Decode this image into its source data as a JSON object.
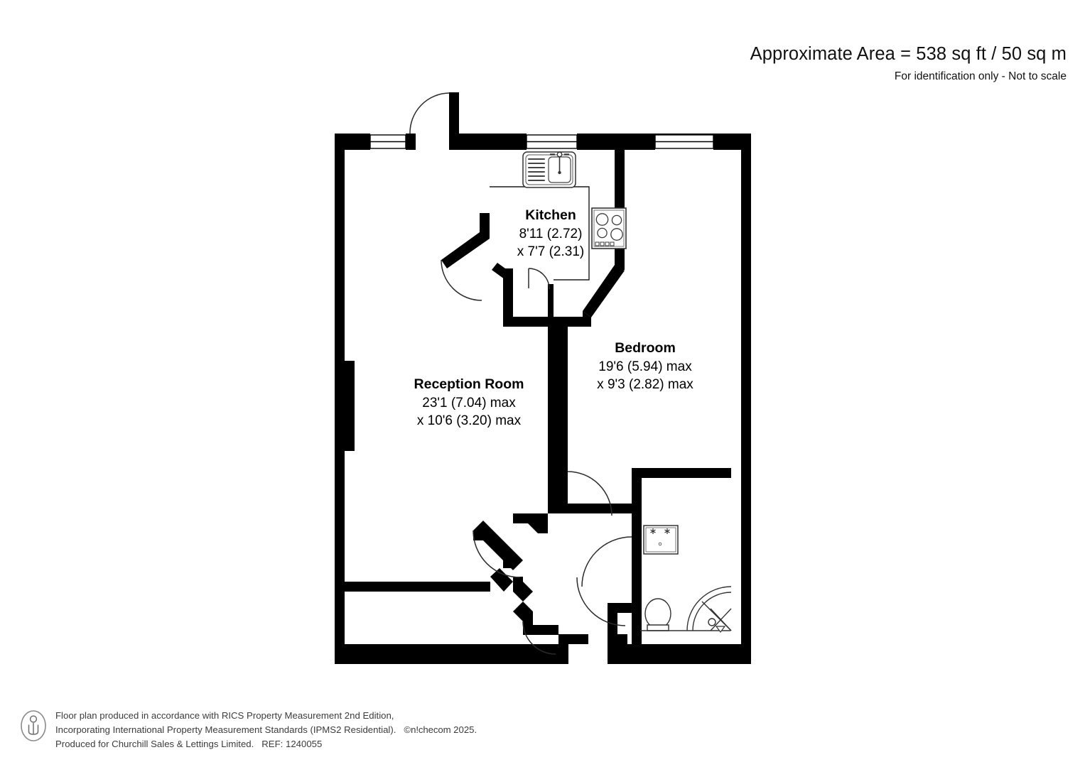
{
  "document": {
    "type": "floor-plan",
    "header": {
      "area_line": "Approximate Area = 538 sq ft / 50 sq m",
      "note_line": "For identification only - Not to scale"
    },
    "rooms": [
      {
        "id": "kitchen",
        "name": "Kitchen",
        "dim_line_1": "8'11 (2.72)",
        "dim_line_2": "x 7'7 (2.31)"
      },
      {
        "id": "bedroom",
        "name": "Bedroom",
        "dim_line_1": "19'6 (5.94) max",
        "dim_line_2": "x 9'3 (2.82) max"
      },
      {
        "id": "reception-room",
        "name": "Reception Room",
        "dim_line_1": "23'1 (7.04) max",
        "dim_line_2": "x 10'6 (3.20) max"
      }
    ],
    "fixtures": [
      {
        "id": "kitchen-sink",
        "name": "sink-icon"
      },
      {
        "id": "kitchen-hob",
        "name": "hob-icon"
      },
      {
        "id": "bathroom-washbasin",
        "name": "washbasin-icon"
      },
      {
        "id": "bathroom-toilet",
        "name": "toilet-icon"
      },
      {
        "id": "bathroom-shower",
        "name": "shower-icon"
      }
    ],
    "footer": {
      "badge": "ipms-person-icon",
      "line1": "Floor plan produced in accordance with RICS Property Measurement 2nd Edition,",
      "line2a": "Incorporating International Property Measurement Standards (IPMS2 Residential).",
      "copyright_symbol": "©",
      "brand": "n!checom",
      "year": "2025.",
      "line3a": "Produced for Churchill Sales & Lettings Limited.",
      "ref": "REF: 1240055"
    },
    "colors": {
      "wall": "#000000",
      "background": "#ffffff",
      "text": "#000000",
      "footer_text": "#3c3c3c",
      "fixture_stroke": "#4a4a4a"
    }
  }
}
